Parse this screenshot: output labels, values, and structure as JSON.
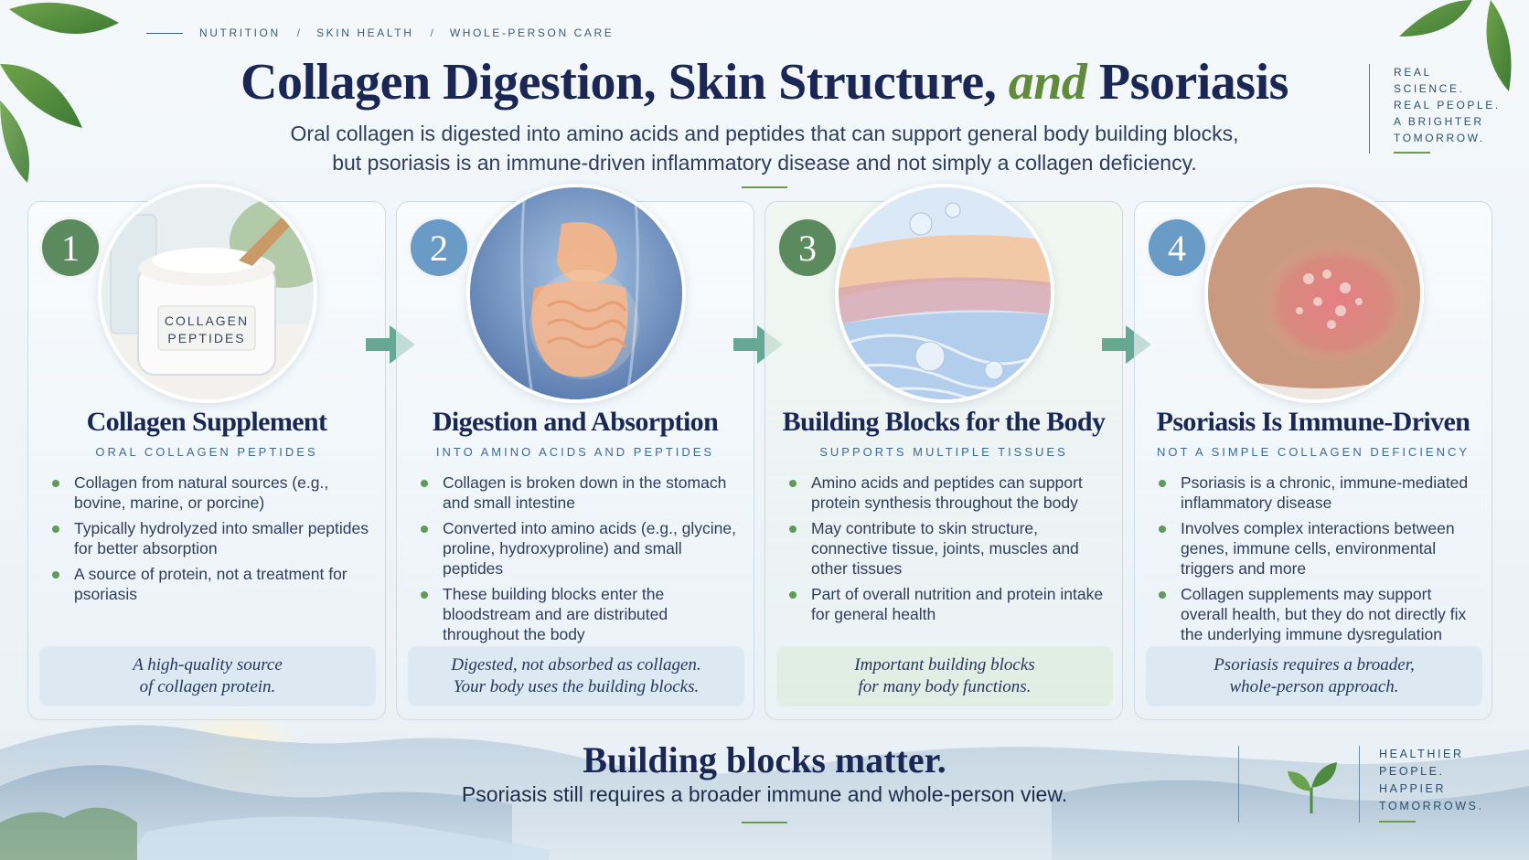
{
  "breadcrumb": [
    "NUTRITION",
    "SKIN HEALTH",
    "WHOLE-PERSON CARE"
  ],
  "title": {
    "part1": "Collagen Digestion, Skin Structure, ",
    "accent": "and",
    "part2": " Psoriasis"
  },
  "subtitle": {
    "line1": "Oral collagen is digested into amino acids and peptides that can support general body building blocks,",
    "line2": "but psoriasis is an immune-driven inflammatory disease and not simply a collagen deficiency."
  },
  "tagline": [
    "REAL",
    "SCIENCE.",
    "REAL PEOPLE.",
    "A BRIGHTER",
    "TOMORROW."
  ],
  "cards": [
    {
      "number": "1",
      "title": "Collagen Supplement",
      "subtitle": "ORAL COLLAGEN PEPTIDES",
      "jar_label": [
        "COLLAGEN",
        "PEPTIDES"
      ],
      "bullets": [
        "Collagen from natural sources (e.g., bovine, marine, or porcine)",
        "Typically hydrolyzed into smaller peptides for better absorption",
        "A source of protein, not a treatment for psoriasis"
      ],
      "note": [
        "A high-quality source",
        "of collagen protein."
      ]
    },
    {
      "number": "2",
      "title": "Digestion and Absorption",
      "subtitle": "INTO AMINO ACIDS AND PEPTIDES",
      "bullets": [
        "Collagen is broken down in the stomach and small intestine",
        "Converted into amino acids (e.g., glycine, proline, hydroxyproline) and small peptides",
        "These building blocks enter the bloodstream and are distributed throughout the body"
      ],
      "note": [
        "Digested, not absorbed as collagen.",
        "Your body uses the building blocks."
      ]
    },
    {
      "number": "3",
      "title": "Building Blocks for the Body",
      "subtitle": "SUPPORTS MULTIPLE TISSUES",
      "bullets": [
        "Amino acids and peptides can support protein synthesis throughout the body",
        "May contribute to skin structure, connective tissue, joints, muscles and other tissues",
        "Part of overall nutrition and protein intake for general health"
      ],
      "note": [
        "Important building blocks",
        "for many body functions."
      ]
    },
    {
      "number": "4",
      "title": "Psoriasis Is Immune-Driven",
      "subtitle": "NOT A SIMPLE COLLAGEN DEFICIENCY",
      "bullets": [
        "Psoriasis is a chronic, immune-mediated inflammatory disease",
        "Involves complex interactions between genes, immune cells, environmental triggers and more",
        "Collagen supplements may support overall health, but they do not directly fix the underlying immune dysregulation"
      ],
      "note": [
        "Psoriasis requires a broader,",
        "whole-person approach."
      ]
    }
  ],
  "footer": {
    "title": "Building blocks matter.",
    "subtitle": "Psoriasis still requires a broader immune and whole-person view.",
    "motto": [
      "HEALTHIER",
      "PEOPLE.",
      "HAPPIER",
      "TOMORROWS."
    ]
  },
  "colors": {
    "navy": "#1a2754",
    "green_accent": "#5f8b3a",
    "badge_green": "#5b8a5f",
    "badge_blue": "#6a9ac6",
    "arrow_teal": "#4f9a80"
  },
  "icons": [
    "leaf-icon",
    "sprout-icon",
    "arrow-right-icon"
  ]
}
